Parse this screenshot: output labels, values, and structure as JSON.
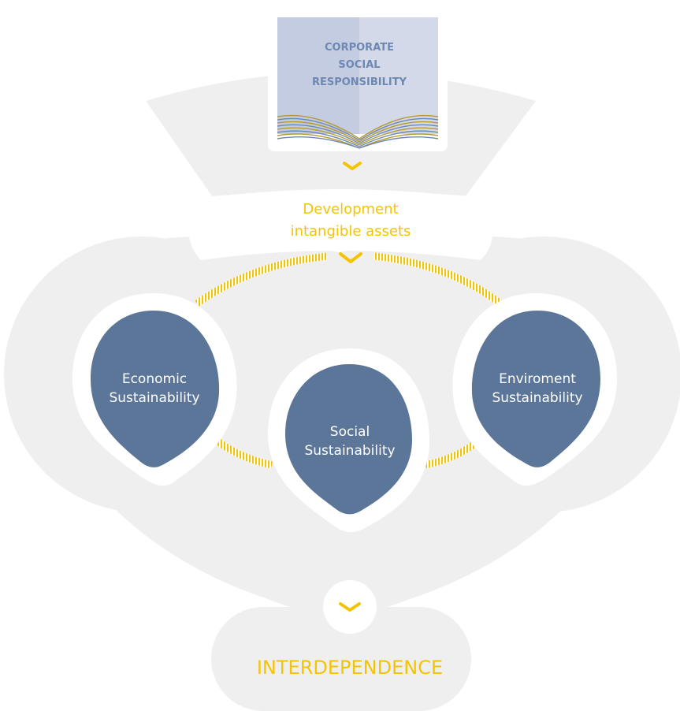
{
  "book": {
    "title_lines": [
      "CORPORATE",
      "SOCIAL",
      "RESPONSIBILITY"
    ]
  },
  "middle_label": {
    "lines": [
      "Development",
      "intangible assets"
    ]
  },
  "pillars": {
    "economic": {
      "lines": [
        "Economic",
        "Sustainability"
      ]
    },
    "social": {
      "lines": [
        "Social",
        "Sustainability"
      ]
    },
    "environment": {
      "lines": [
        "Enviroment",
        "Sustainability"
      ]
    }
  },
  "bottom_label": {
    "text": "INTERDEPENDENCE"
  },
  "colors": {
    "background_shape": "#efefef",
    "pin_fill": "#5c7699",
    "pin_text": "#ffffff",
    "accent_yellow": "#f5c400",
    "book_text": "#6d88b3",
    "book_page": "#c9d1e3"
  }
}
